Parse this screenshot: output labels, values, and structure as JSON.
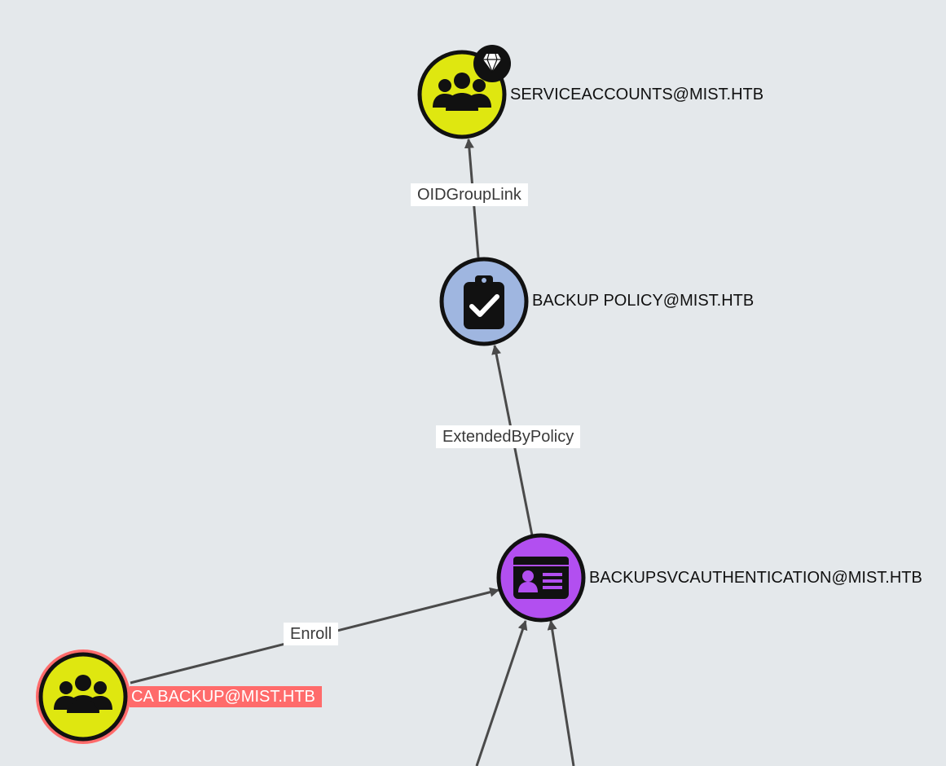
{
  "colors": {
    "background": "#e4e8eb",
    "group_node": "#dfe710",
    "policy_node": "#9fb6e0",
    "template_node": "#b24ff0",
    "selected": "#ff6b6b",
    "edge": "#4a4a4a"
  },
  "nodes": {
    "serviceaccounts": {
      "label": "SERVICEACCOUNTS@MIST.HTB",
      "icon": "users-icon",
      "badge": "gem-icon"
    },
    "backup_policy": {
      "label": "BACKUP POLICY@MIST.HTB",
      "icon": "clipboard-check-icon"
    },
    "backupsvc": {
      "label": "BACKUPSVCAUTHENTICATION@MIST.HTB",
      "icon": "id-card-icon"
    },
    "ca_backup": {
      "label": "CA BACKUP@MIST.HTB",
      "icon": "users-icon",
      "selected": true
    }
  },
  "edges": {
    "oid_group_link": {
      "label": "OIDGroupLink"
    },
    "extended_by_policy": {
      "label": "ExtendedByPolicy"
    },
    "enroll": {
      "label": "Enroll"
    }
  }
}
